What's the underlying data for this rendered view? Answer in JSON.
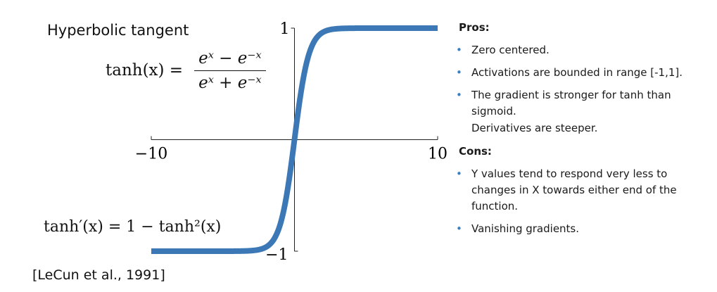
{
  "chart_data": {
    "type": "line",
    "function": "tanh",
    "xlim": [
      -10,
      10
    ],
    "ylim": [
      -1,
      1
    ],
    "x_tick_labels": [
      "−10",
      "10"
    ],
    "y_tick_labels": [
      "1",
      "−1"
    ],
    "series_color": "#3b78b5",
    "grid": false
  },
  "chart_text": {
    "title": "Hyperbolic tangent",
    "formula_lhs": "tanh(x) =",
    "formula_num": "eˣ − e⁻ˣ",
    "formula_den": "eˣ + e⁻ˣ",
    "derivative": "tanh′(x) = 1 − tanh²(x)",
    "citation": "[LeCun et al., 1991]"
  },
  "notes": {
    "pros_heading": "Pros:",
    "pros": [
      "Zero centered.",
      "Activations are bounded in range [-1,1].",
      "The gradient is stronger for tanh than sigmoid."
    ],
    "pros_extra": "Derivatives are steeper.",
    "cons_heading": "Cons:",
    "cons": [
      "Y values tend to respond very less to changes in X towards either end of the function.",
      "Vanishing gradients."
    ],
    "bullet_symbol": "•",
    "bullet_color": "#3a7ec4"
  }
}
